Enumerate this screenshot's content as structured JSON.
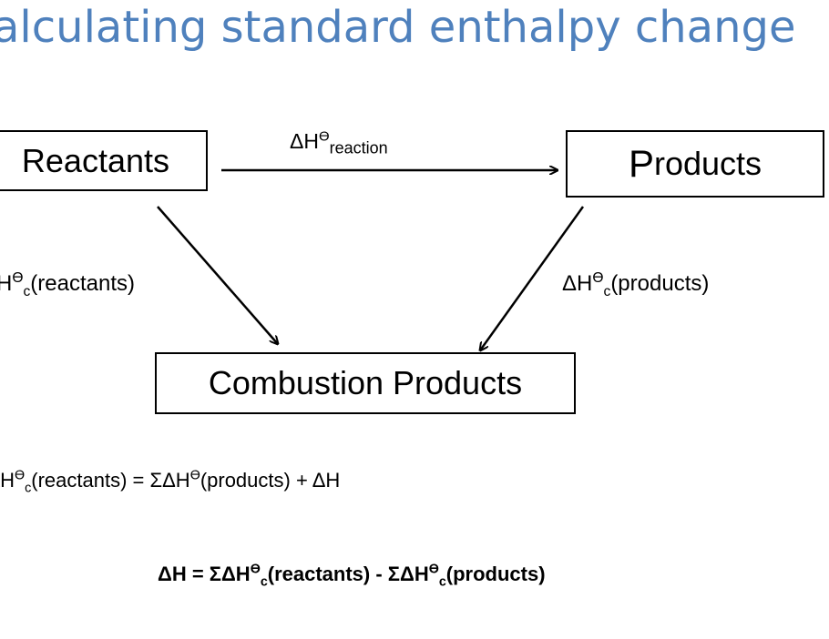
{
  "title": "alculating standard enthalpy change",
  "boxes": {
    "reactants": "Reactants",
    "products_first": "P",
    "products_rest": "roducts",
    "combustion": "Combustion Products"
  },
  "arrows": {
    "reaction": {
      "symbol": "ΔH",
      "super": "ϴ",
      "sub": "reaction"
    },
    "reactants_combustion": {
      "prefix": "H",
      "super": "ϴ",
      "sub": "c",
      "suffix": "(reactants)"
    },
    "products_combustion": {
      "prefix": "ΔH",
      "super": "ϴ",
      "sub": "c",
      "suffix": "(products)"
    }
  },
  "equation1": {
    "a": "\\H",
    "a_super": "ϴ",
    "a_sub": "c",
    "b": "(reactants) = ΣΔH",
    "b_super": "ϴ",
    "c": "(products) + ΔH"
  },
  "equation2": {
    "a": "ΔH = ΣΔH",
    "a_super": "ϴ",
    "a_sub": "c",
    "b": "(reactants)  - ΣΔH",
    "b_super": "ϴ",
    "b_sub": "c",
    "c": "(products)"
  },
  "colors": {
    "title": "#4f81bd",
    "lines": "#000000"
  }
}
